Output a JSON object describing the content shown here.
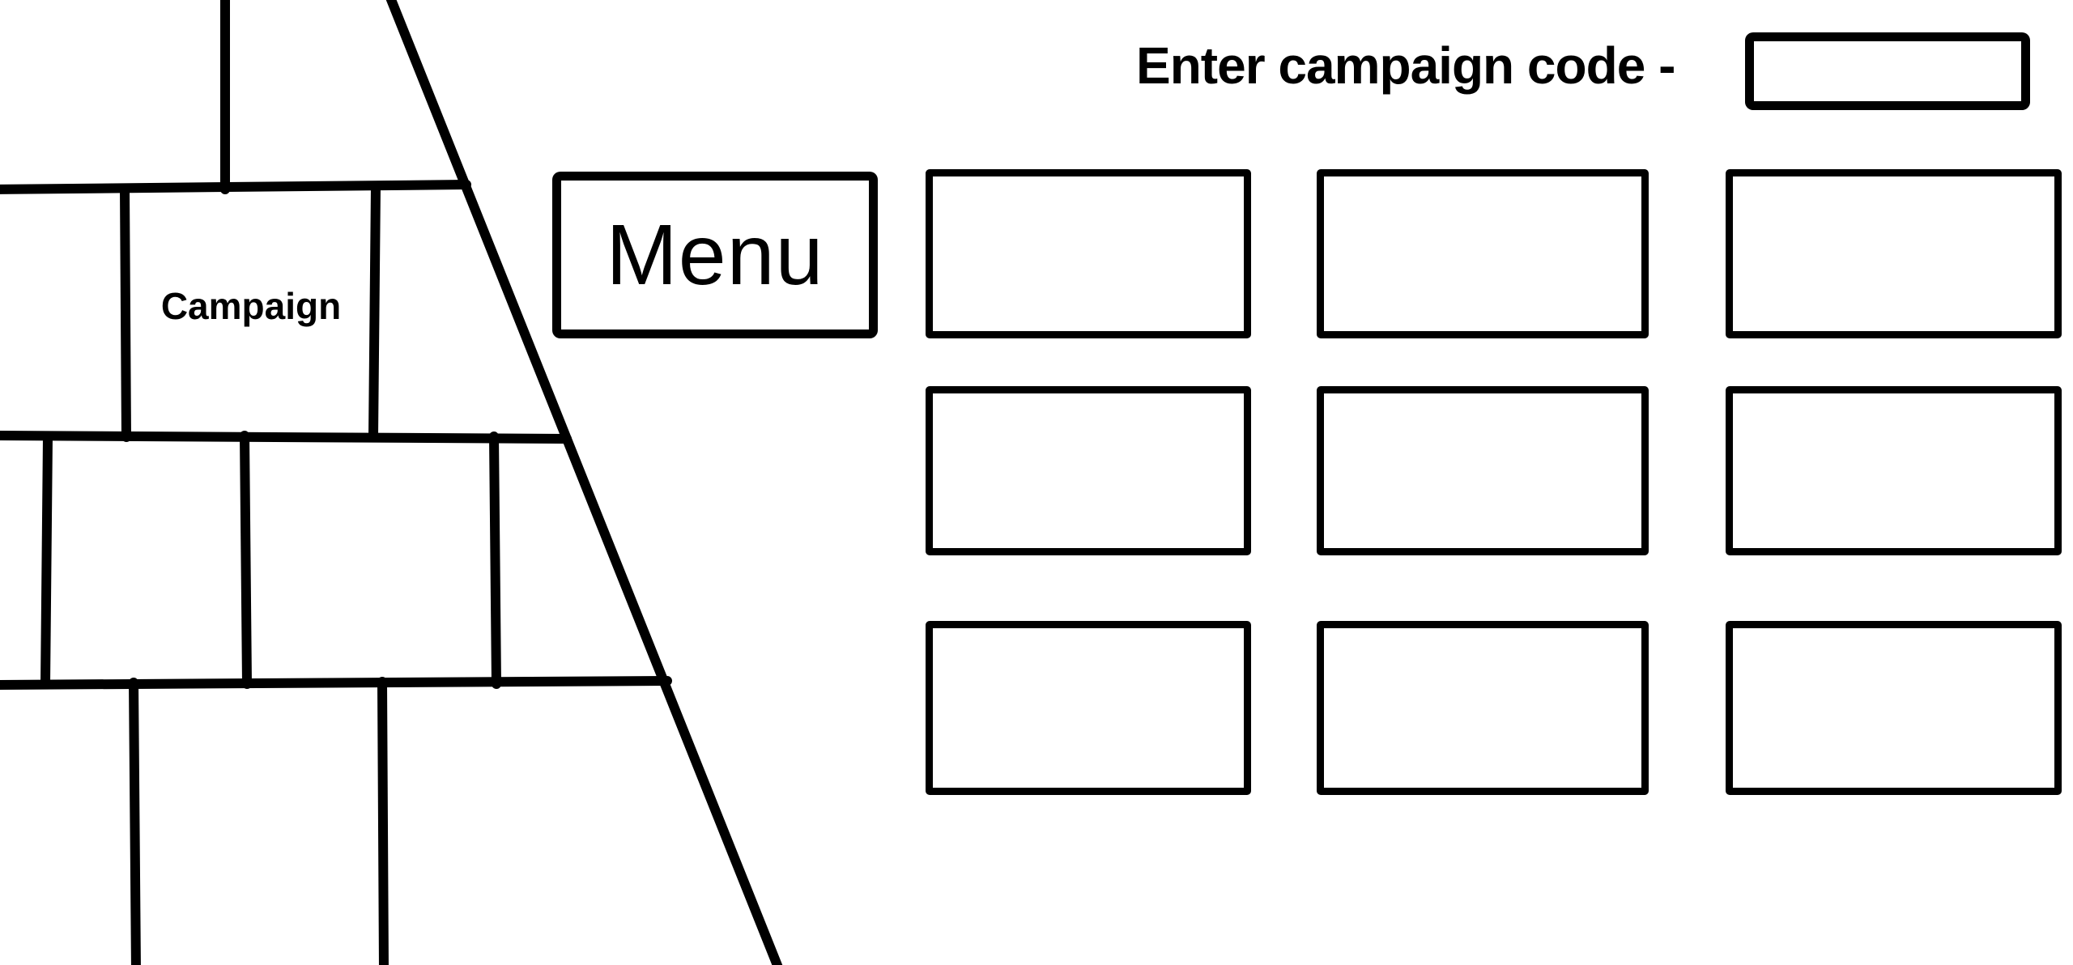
{
  "header": {
    "prompt": "Enter campaign code -",
    "code_input_value": ""
  },
  "menu": {
    "label": "Menu"
  },
  "wall": {
    "brick_label": "Campaign"
  },
  "grid": {
    "rows": 3,
    "columns": 3,
    "box_count": 9
  },
  "colors": {
    "ink": "#000000",
    "background": "#ffffff"
  }
}
